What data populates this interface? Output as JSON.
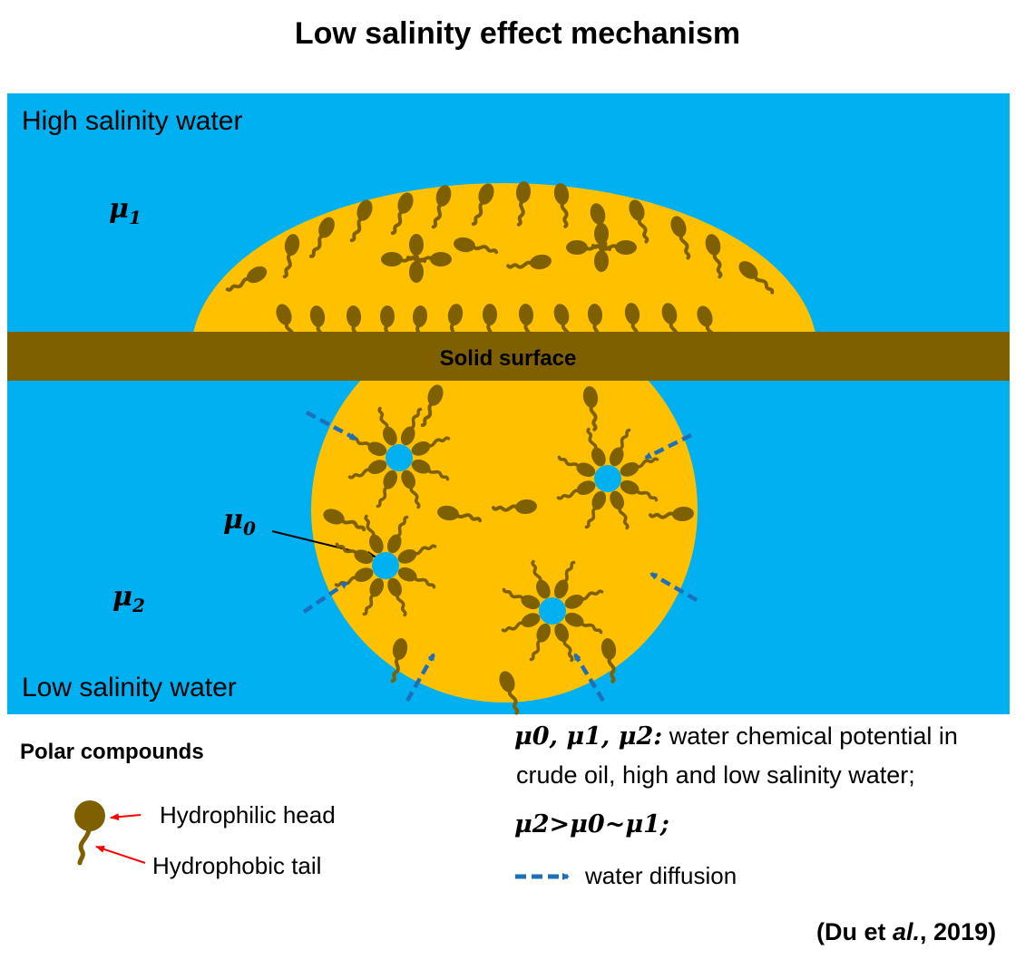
{
  "title": "Low salinity effect mechanism",
  "regions": {
    "high_salinity_label": "High salinity water",
    "low_salinity_label": "Low salinity water",
    "solid_surface_label": "Solid surface"
  },
  "potentials": {
    "mu_symbol": "μ",
    "mu1_sub": "1",
    "mu2_sub": "2",
    "mu0_sub": "0"
  },
  "legend": {
    "title": "Polar compounds",
    "head_label": "Hydrophilic head",
    "tail_label": "Hydrophobic tail",
    "definition_symbols": "μ0, μ1, μ2:",
    "definition_line1_text": " water chemical potential in",
    "definition_line2": "crude oil, high and low salinity water;",
    "relation_text": "μ2>μ0~μ1;",
    "diffusion_label": "water diffusion"
  },
  "citation": {
    "prefix": "(Du et ",
    "italic": "al.",
    "suffix": ", 2019)"
  },
  "colors": {
    "water": "#00B0F0",
    "oil": "#FFC000",
    "solid": "#7F6000",
    "molecule": "#7F6000",
    "arrow": "#1F6EBA",
    "pointer": "#FF0000"
  }
}
